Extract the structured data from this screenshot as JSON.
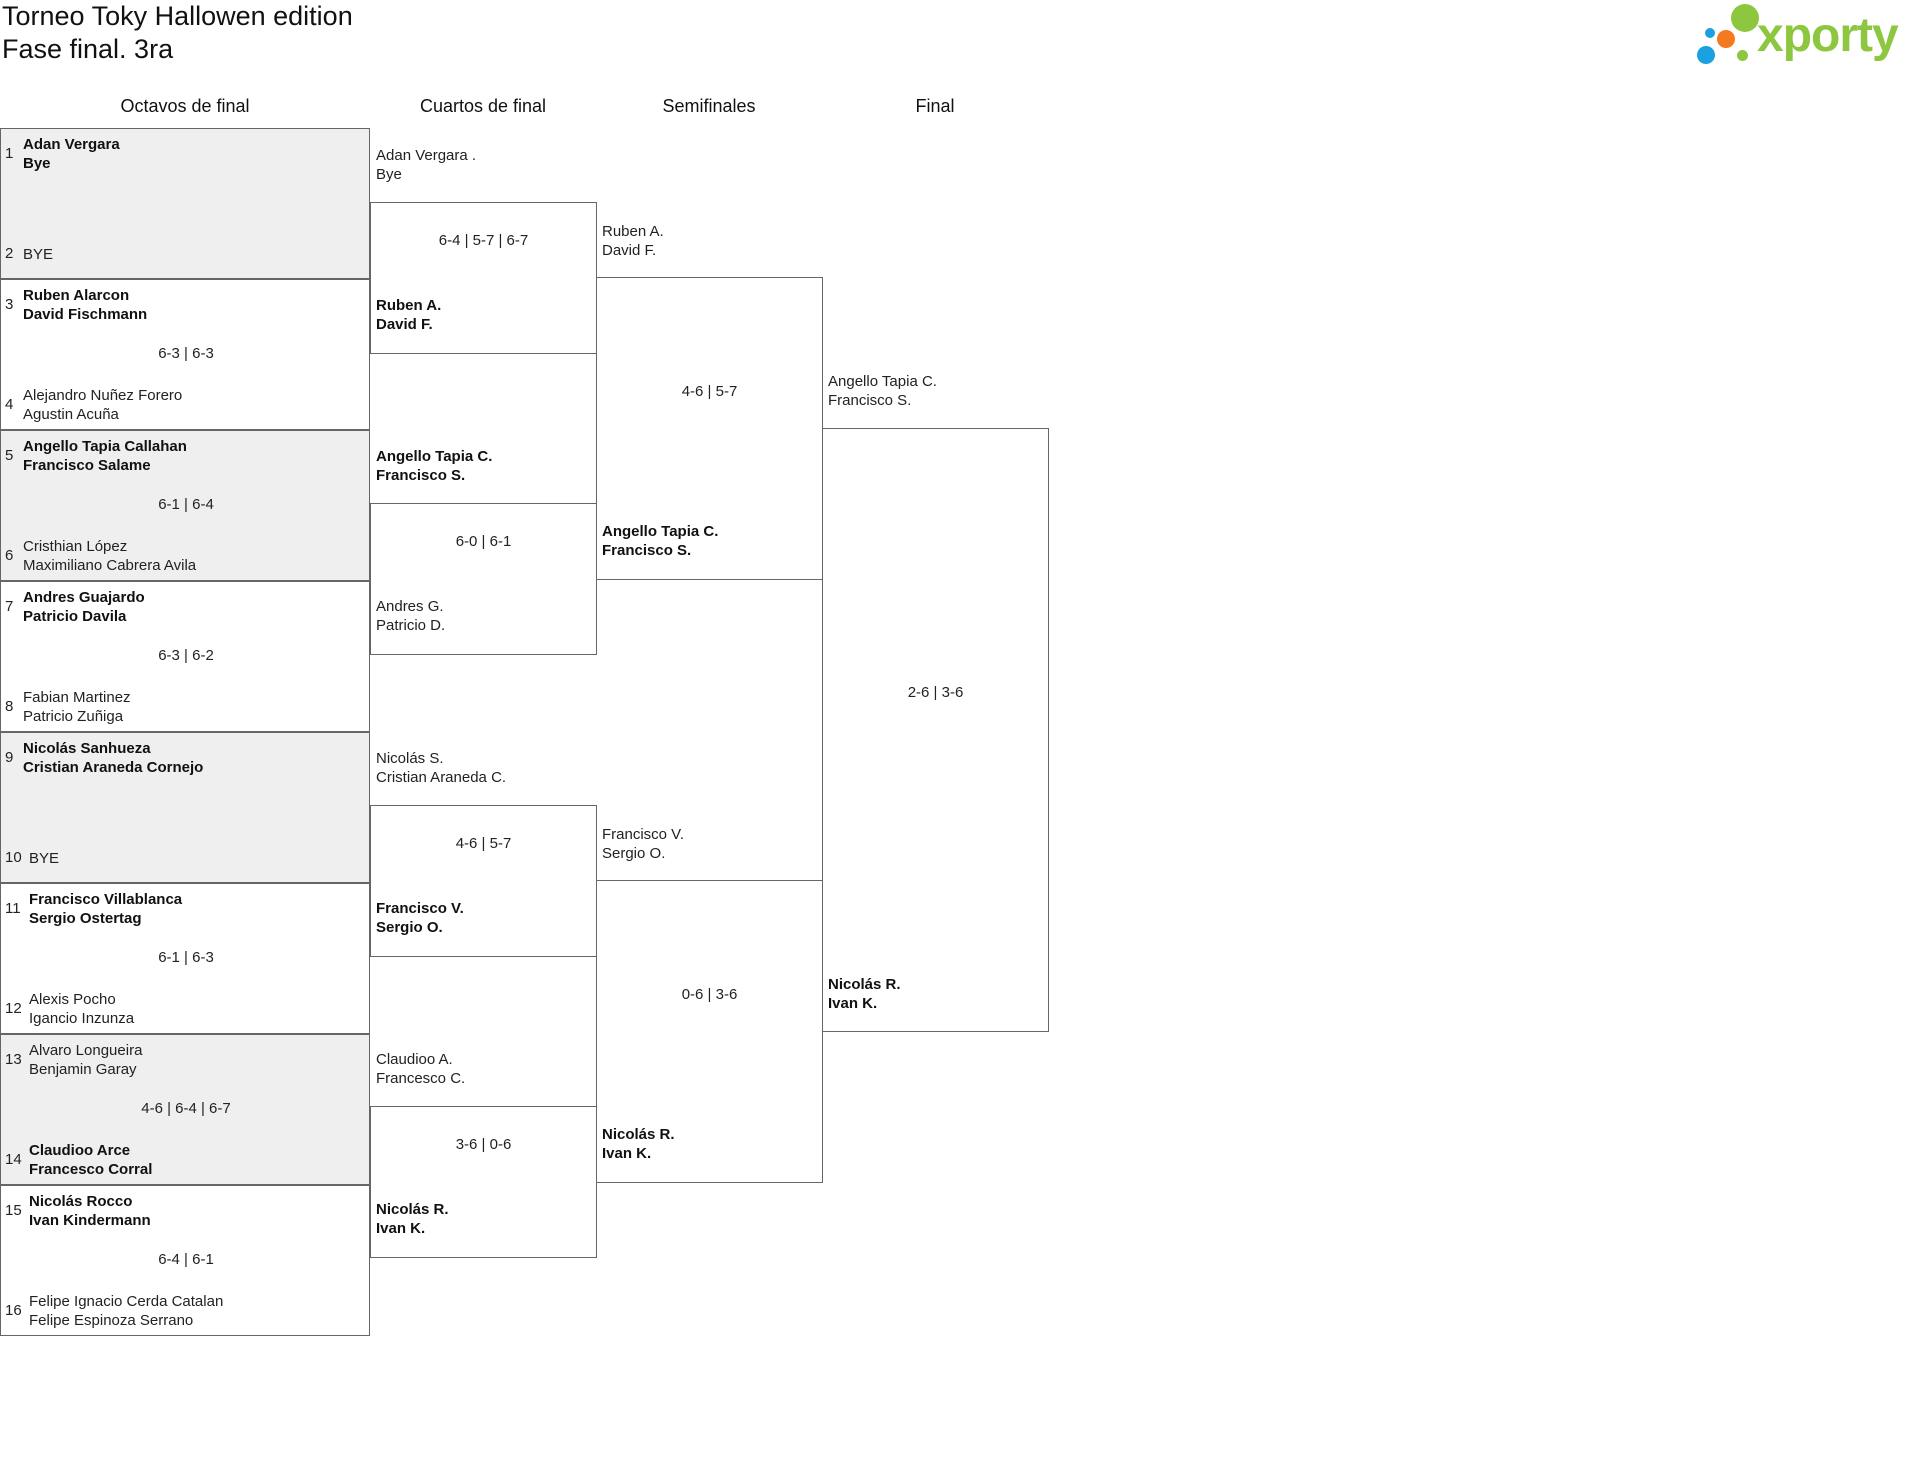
{
  "header": {
    "title": "Torneo Toky Hallowen edition",
    "subtitle": "Fase final. 3ra"
  },
  "logo": {
    "text": "xporty",
    "colors": [
      "#8dc63f",
      "#1ba1e2",
      "#f47920"
    ]
  },
  "columns": [
    "Octavos de final",
    "Cuartos de final",
    "Semifinales",
    "Final"
  ],
  "r16": [
    {
      "s1": "1",
      "t1": [
        "Adan Vergara",
        "Bye"
      ],
      "s2": "2",
      "t2": [
        "BYE",
        ""
      ],
      "score": "",
      "winner": 1
    },
    {
      "s1": "3",
      "t1": [
        "Ruben Alarcon",
        "David Fischmann"
      ],
      "s2": "4",
      "t2": [
        "Alejandro Nuñez Forero",
        "Agustin Acuña"
      ],
      "score": "6-3 | 6-3",
      "winner": 1
    },
    {
      "s1": "5",
      "t1": [
        "Angello Tapia Callahan",
        "Francisco Salame"
      ],
      "s2": "6",
      "t2": [
        "Cristhian López",
        "Maximiliano Cabrera Avila"
      ],
      "score": "6-1 | 6-4",
      "winner": 1
    },
    {
      "s1": "7",
      "t1": [
        "Andres Guajardo",
        "Patricio Davila"
      ],
      "s2": "8",
      "t2": [
        "Fabian Martinez",
        "Patricio Zuñiga"
      ],
      "score": "6-3 | 6-2",
      "winner": 1
    },
    {
      "s1": "9",
      "t1": [
        "Nicolás Sanhueza",
        "Cristian Araneda Cornejo"
      ],
      "s2": "10",
      "t2": [
        "BYE",
        ""
      ],
      "score": "",
      "winner": 1
    },
    {
      "s1": "11",
      "t1": [
        "Francisco Villablanca",
        "Sergio Ostertag"
      ],
      "s2": "12",
      "t2": [
        "Alexis Pocho",
        "Igancio Inzunza"
      ],
      "score": "6-1 | 6-3",
      "winner": 1
    },
    {
      "s1": "13",
      "t1": [
        "Alvaro Longueira",
        "Benjamin Garay"
      ],
      "s2": "14",
      "t2": [
        "Claudioo Arce",
        "Francesco Corral"
      ],
      "score": "4-6 | 6-4 | 6-7",
      "winner": 2
    },
    {
      "s1": "15",
      "t1": [
        "Nicolás Rocco",
        "Ivan Kindermann"
      ],
      "s2": "16",
      "t2": [
        "Felipe Ignacio Cerda Catalan",
        "Felipe Espinoza Serrano"
      ],
      "score": "6-4 | 6-1",
      "winner": 1
    }
  ],
  "qf": [
    {
      "t1": [
        "Adan Vergara .",
        "Bye"
      ],
      "t2": [
        "Ruben A.",
        "David F."
      ],
      "score": "6-4 | 5-7 | 6-7",
      "winner": 2
    },
    {
      "t1": [
        "Angello Tapia C.",
        "Francisco S."
      ],
      "t2": [
        "Andres G.",
        "Patricio D."
      ],
      "score": "6-0 | 6-1",
      "winner": 1
    },
    {
      "t1": [
        "Nicolás S.",
        "Cristian Araneda C."
      ],
      "t2": [
        "Francisco V.",
        "Sergio O."
      ],
      "score": "4-6 | 5-7",
      "winner": 2
    },
    {
      "t1": [
        "Claudioo A.",
        "Francesco C."
      ],
      "t2": [
        "Nicolás R.",
        "Ivan K."
      ],
      "score": "3-6 | 0-6",
      "winner": 2
    }
  ],
  "sf": [
    {
      "t1": [
        "Ruben A.",
        "David F."
      ],
      "t2": [
        "Angello Tapia C.",
        "Francisco S."
      ],
      "score": "4-6 | 5-7",
      "winner": 2
    },
    {
      "t1": [
        "Francisco V.",
        "Sergio O."
      ],
      "t2": [
        "Nicolás R.",
        "Ivan K."
      ],
      "score": "0-6 | 3-6",
      "winner": 2
    }
  ],
  "final": {
    "t1": [
      "Angello Tapia C.",
      "Francisco S."
    ],
    "t2": [
      "Nicolás R.",
      "Ivan K."
    ],
    "score": "2-6 | 3-6",
    "winner": 2
  }
}
